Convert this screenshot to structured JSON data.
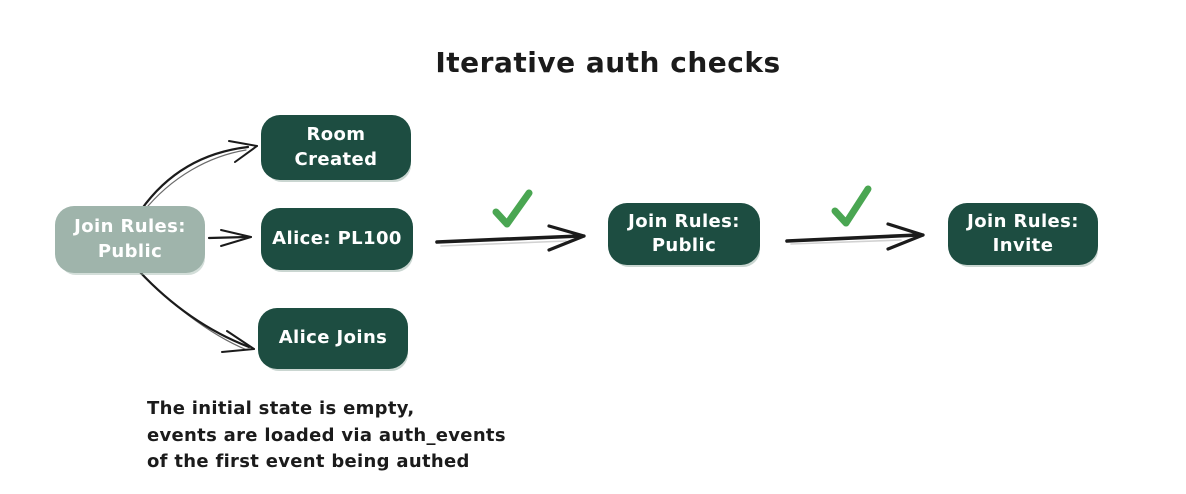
{
  "title": "Iterative auth checks",
  "colors": {
    "bg": "#ffffff",
    "ink": "#1b1b1b",
    "dark-green": "#1d4d41",
    "sage": "#9fb4ab",
    "box-text": "#ffffff",
    "check-green": "#4aa652"
  },
  "diagram": {
    "initial_state": {
      "label": "Join Rules:\nPublic"
    },
    "events": [
      {
        "label": "Room\nCreated"
      },
      {
        "label": "Alice: PL100"
      },
      {
        "label": "Alice Joins"
      }
    ],
    "result_states": [
      {
        "label": "Join Rules:\nPublic"
      },
      {
        "label": "Join Rules:\nInvite"
      }
    ],
    "checkmarks": [
      {
        "name": "auth-check-passed-1"
      },
      {
        "name": "auth-check-passed-2"
      }
    ],
    "note": "The initial state is empty,\nevents are loaded via auth_events\nof the first event being authed"
  }
}
